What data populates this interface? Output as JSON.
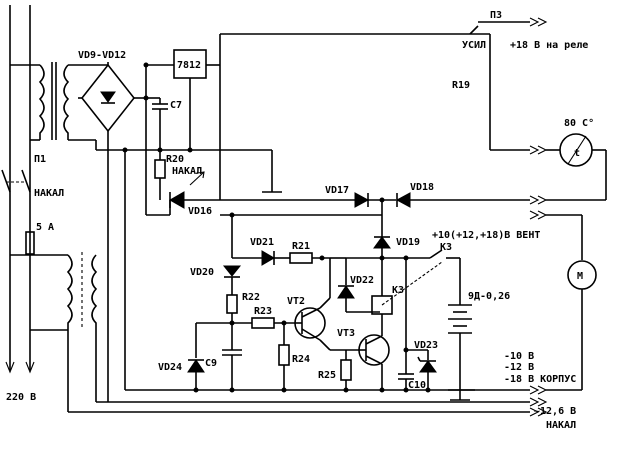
{
  "labels": {
    "vd9_vd12": "VD9-VD12",
    "reg_7812": "7812",
    "c7": "C7",
    "r20": "R20",
    "nakal_top": "НАКАЛ",
    "vd16": "VD16",
    "vd17": "VD17",
    "vd18": "VD18",
    "p3": "П3",
    "usil": "УСИЛ",
    "plus18_relay": "+18 В на реле",
    "r19": "R19",
    "temp": "80 С°",
    "t_sensor": "t",
    "vent": "+10(+12,+18)В ВЕНТ",
    "motor": "M",
    "p1": "П1",
    "nakal_left": "НАКАЛ",
    "fuse": "5 А",
    "v220": "220 В",
    "vd21": "VD21",
    "r21": "R21",
    "vd19": "VD19",
    "k3_contact": "К3",
    "vd20": "VD20",
    "vd22": "VD22",
    "k3_coil": "К3",
    "r22": "R22",
    "vt2": "VT2",
    "r23": "R23",
    "vt3": "VT3",
    "battery": "9Д-0,26",
    "vd23": "VD23",
    "vd24": "VD24",
    "c9": "C9",
    "r24": "R24",
    "r25": "R25",
    "c10": "C10",
    "minus10": "-10 В",
    "minus12": "-12 В",
    "minus18": "-18 В КОРПУС",
    "v126": "~12,6 В",
    "nakal_bottom": "НАКАЛ"
  }
}
